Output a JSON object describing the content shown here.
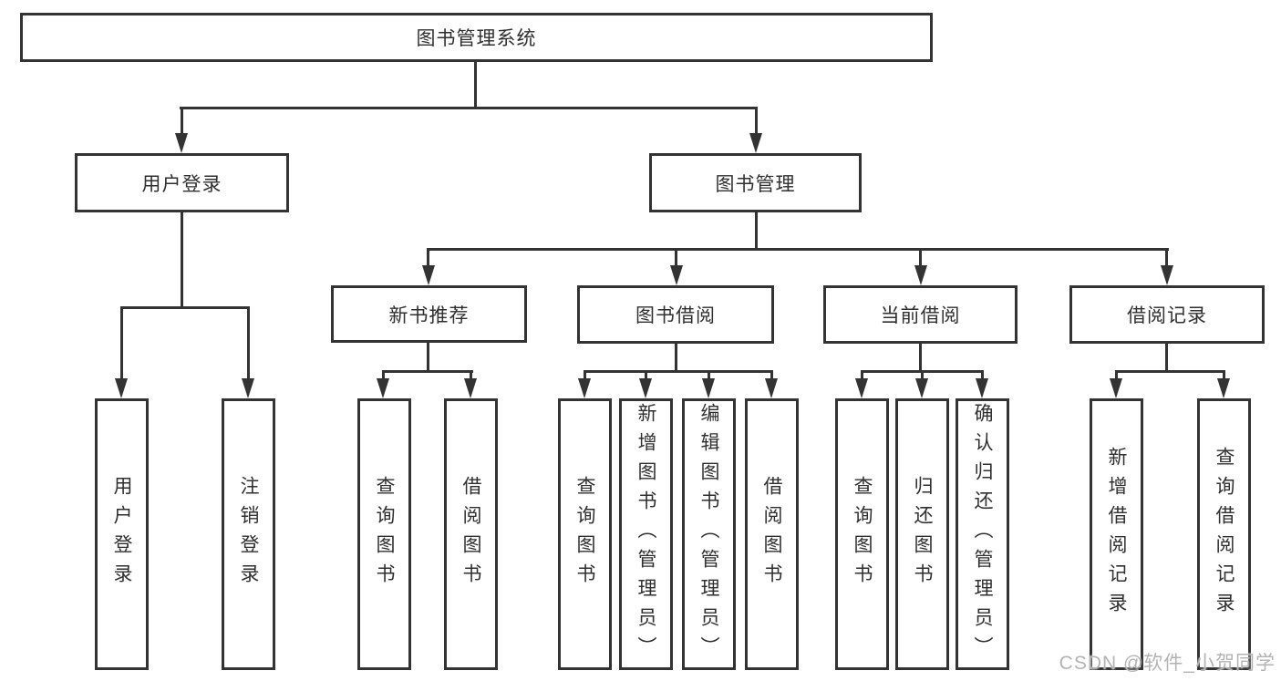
{
  "root": {
    "label": "图书管理系统"
  },
  "level2": {
    "user_login": {
      "label": "用户登录"
    },
    "book_mgmt": {
      "label": "图书管理"
    }
  },
  "level3": {
    "new_books": {
      "label": "新书推荐"
    },
    "borrow": {
      "label": "图书借阅"
    },
    "current": {
      "label": "当前借阅"
    },
    "records": {
      "label": "借阅记录"
    }
  },
  "leaves": {
    "user_login": {
      "label": "用户登录"
    },
    "logout": {
      "label": "注销登录"
    },
    "nb_query": {
      "label": "查询图书"
    },
    "nb_borrow": {
      "label": "借阅图书"
    },
    "bw_query": {
      "label": "查询图书"
    },
    "bw_add": {
      "label": "新增图书（管理员）"
    },
    "bw_edit": {
      "label": "编辑图书（管理员）"
    },
    "bw_borrow": {
      "label": "借阅图书"
    },
    "cur_query": {
      "label": "查询图书"
    },
    "cur_return": {
      "label": "归还图书"
    },
    "cur_confirm": {
      "label": "确认归还（管理员）"
    },
    "rec_add": {
      "label": "新增借阅记录"
    },
    "rec_query": {
      "label": "查询借阅记录"
    }
  },
  "watermark": {
    "text": "CSDN @软件_小贺同学"
  },
  "colors": {
    "line": "#333333",
    "text": "#2f2f2f",
    "watermark": "#b3b3b3",
    "background": "#ffffff"
  }
}
